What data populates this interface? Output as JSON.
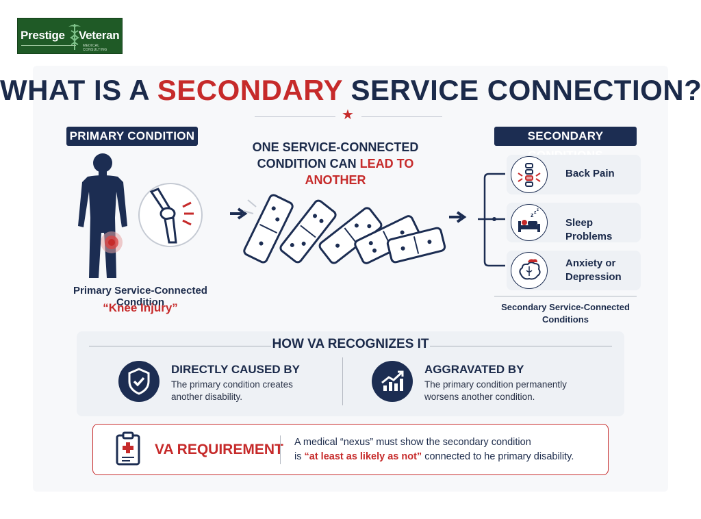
{
  "logo": {
    "left_word": "Prestige",
    "right_word": "Veteran",
    "sub": "MEDICAL CONSULTING"
  },
  "title": {
    "part1": "WHAT IS A ",
    "highlight": "SECONDARY",
    "part2": " SERVICE CONNECTION?"
  },
  "primary": {
    "badge": "PRIMARY CONDITION",
    "caption": "Primary Service-Connected Condition",
    "condition": "“Knee Injury”"
  },
  "center": {
    "line1": "ONE SERVICE-CONNECTED",
    "line2_plain": "CONDITION CAN ",
    "line2_highlight": "LEAD TO ANOTHER"
  },
  "secondary": {
    "badge": "SECONDARY CONDITIONS",
    "items": [
      {
        "label": "Back Pain",
        "icon": "spine-icon"
      },
      {
        "label": "Sleep Problems",
        "icon": "sleep-bed-icon"
      },
      {
        "label": "Anxiety or",
        "label2": "Depression",
        "icon": "brain-cloud-icon"
      }
    ],
    "caption_line1": "Secondary Service-Connected",
    "caption_line2": "Conditions"
  },
  "recognition": {
    "title": "HOW VA RECOGNIZES IT",
    "direct": {
      "heading": "DIRECTLY CAUSED BY",
      "line1": "The primary condition creates",
      "line2": "another disability.",
      "icon": "shield-check-icon"
    },
    "aggravated": {
      "heading": "AGGRAVATED BY",
      "line1": "The primary condition permanently",
      "line2": "worsens another condition.",
      "icon": "chart-rising-icon"
    }
  },
  "requirement": {
    "heading": "VA REQUIREMENT",
    "line1": "A medical “nexus” must show the secondary condition",
    "line2_pre": "is ",
    "line2_highlight": "“at least as likely as not”",
    "line2_post": " connected to he primary disability.",
    "icon": "medical-clipboard-icon"
  },
  "colors": {
    "navy": "#1c2d52",
    "red": "#c62a2a",
    "logo_green": "#1f5a26"
  }
}
